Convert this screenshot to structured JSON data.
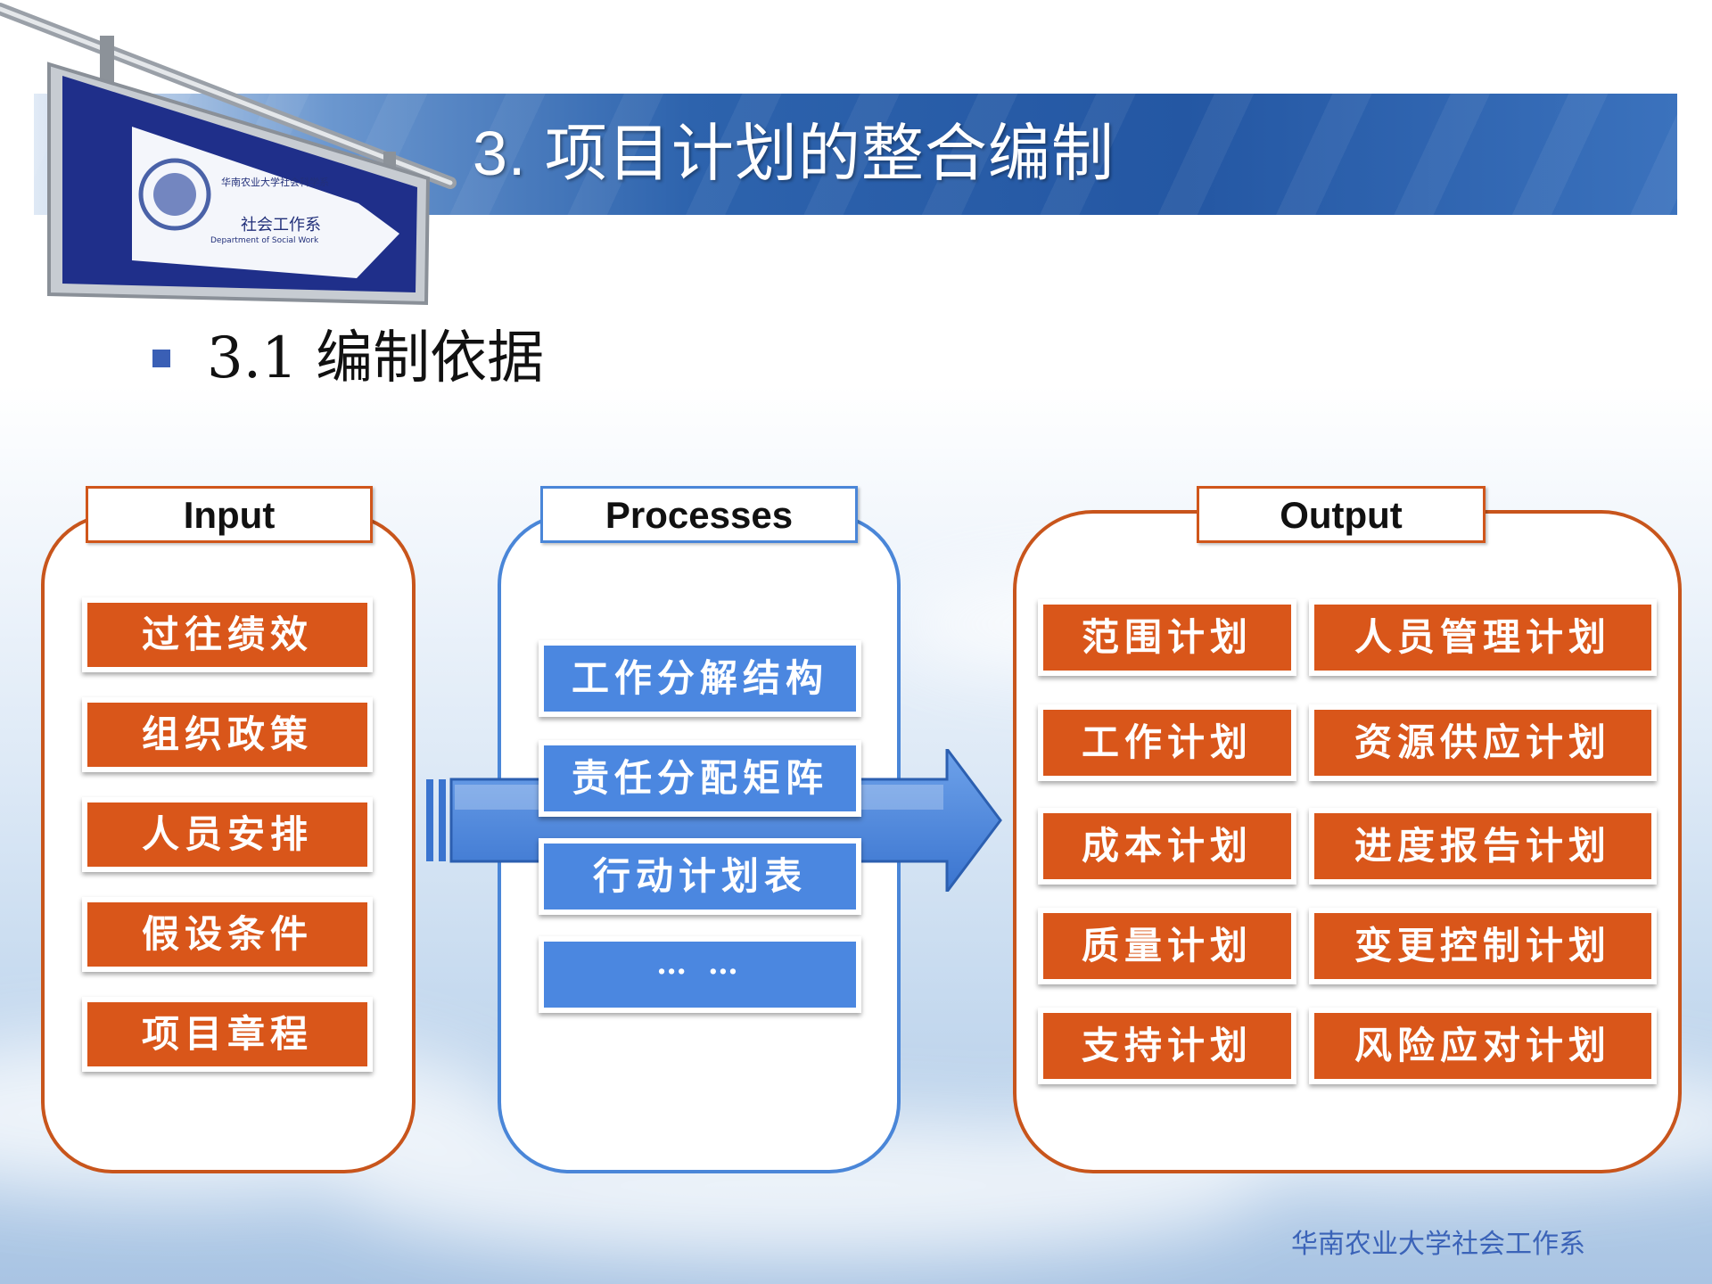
{
  "slide": {
    "title": "3. 项目计划的整合编制",
    "subtitle": "3.1 编制依据",
    "footer": "华南农业大学社会工作系"
  },
  "logo": {
    "line1": "华南农业大学社会科学系",
    "line2": "社会工作系",
    "line3": "Department of Social Work"
  },
  "input": {
    "header": "Input",
    "items": [
      "过往绩效",
      "组织政策",
      "人员安排",
      "假设条件",
      "项目章程"
    ]
  },
  "processes": {
    "header": "Processes",
    "items": [
      "工作分解结构",
      "责任分配矩阵",
      "行动计划表",
      "… …"
    ]
  },
  "output": {
    "header": "Output",
    "left_items": [
      "范围计划",
      "工作计划",
      "成本计划",
      "质量计划",
      "支持计划"
    ],
    "right_items": [
      "人员管理计划",
      "资源供应计划",
      "进度报告计划",
      "变更控制计划",
      "风险应对计划"
    ]
  },
  "colors": {
    "orange": "#d9561a",
    "blue": "#4b87e0",
    "title_banner": "#2457a3"
  }
}
